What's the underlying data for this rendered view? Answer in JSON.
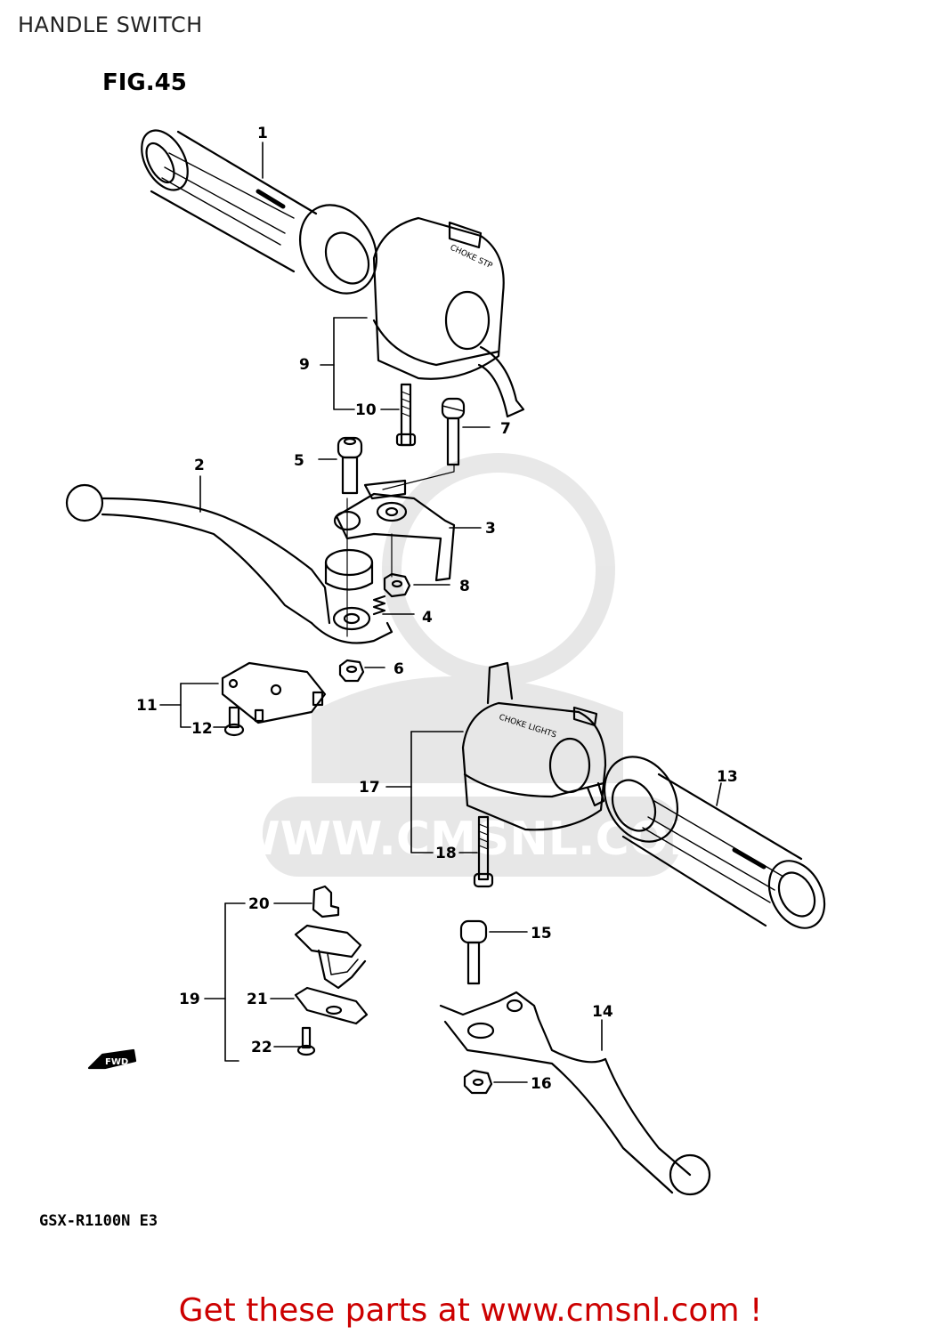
{
  "page": {
    "title": "HANDLE SWITCH",
    "figure": "FIG.45",
    "model": "GSX-R1100N E3",
    "cta": "Get these parts at www.cmsnl.com !",
    "watermark": "WWW.CMSNL.COM"
  },
  "callouts": {
    "c1": "1",
    "c2": "2",
    "c3": "3",
    "c4": "4",
    "c5": "5",
    "c6": "6",
    "c7": "7",
    "c8": "8",
    "c9": "9",
    "c10": "10",
    "c11": "11",
    "c12": "12",
    "c13": "13",
    "c14": "14",
    "c15": "15",
    "c16": "16",
    "c17": "17",
    "c18": "18",
    "c19": "19",
    "c20": "20",
    "c21": "21",
    "c22": "22"
  },
  "switch_labels": {
    "left_switch": "CHOKE STP",
    "right_switch": "CHOKE LIGHTS",
    "fwd_arrow": "FWD"
  },
  "colors": {
    "line": "#000000",
    "cta": "#cc0000",
    "watermark": "#000000"
  }
}
